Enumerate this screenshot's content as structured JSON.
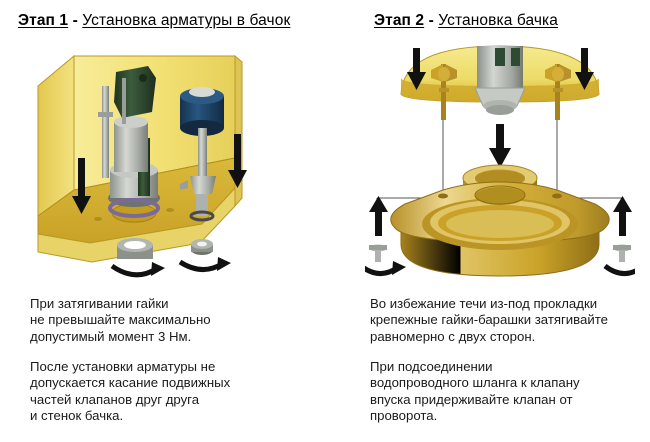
{
  "document": {
    "language": "ru",
    "title": "Установка арматуры и бачка",
    "background_color": "#ffffff"
  },
  "palette": {
    "tank_yellow_light": "#f5e67f",
    "tank_yellow_mid": "#e9d257",
    "tank_ochre": "#c9a227",
    "brass": "#d4af37",
    "brass_light": "#e8d48a",
    "brass_dark": "#a8831d",
    "valve_green": "#2d4a33",
    "float_blue": "#1b3f63",
    "metal_gray": "#b9bcb6",
    "metal_gray_dark": "#7d817b",
    "arrow_black": "#111111",
    "text": "#1a1a1a"
  },
  "steps": [
    {
      "id": "step-1",
      "stage_label": "Этап 1",
      "dash": "-",
      "subject": "Установка арматуры в бачок",
      "figure": {
        "name": "cistern-with-valves-cutaway",
        "description": "Разрез бачка с установленной арматурой",
        "parts": [
          {
            "name": "cistern-body",
            "label": "бачок",
            "color": "#f5e67f"
          },
          {
            "name": "flush-valve",
            "label": "сливной клапан",
            "color": "#2d4a33"
          },
          {
            "name": "fill-valve",
            "label": "клапан впуска",
            "color": "#b9bcb6"
          },
          {
            "name": "float-cup",
            "label": "поплавок",
            "color": "#1b3f63"
          },
          {
            "name": "gasket-ring",
            "label": "прокладка",
            "color": "#7a6a9c"
          },
          {
            "name": "lock-nut-large",
            "label": "гайка сливного клапана",
            "color": "#8d918b"
          },
          {
            "name": "lock-nut-small",
            "label": "гайка клапана впуска",
            "color": "#8d918b"
          }
        ],
        "arrows": [
          {
            "name": "down-arrow-flush-valve",
            "direction": "down"
          },
          {
            "name": "down-arrow-fill-valve",
            "direction": "down"
          },
          {
            "name": "rotate-arrow-large-nut",
            "direction": "clockwise"
          },
          {
            "name": "rotate-arrow-small-nut",
            "direction": "clockwise"
          }
        ]
      },
      "notes": [
        "При затягивании гайки\nне превышайте максимально\nдопустимый момент 3 Нм.",
        "После установки арматуры не\nдопускается касание подвижных\nчастей клапанов друг друга\nи стенок бачка."
      ]
    },
    {
      "id": "step-2",
      "stage_label": "Этап 2",
      "dash": "-",
      "subject": "Установка бачка",
      "figure": {
        "name": "cistern-to-bowl-assembly",
        "description": "Установка бачка на чашу унитаза, вид в разнесённом состоянии",
        "parts": [
          {
            "name": "cistern-underside",
            "label": "дно бачка",
            "color": "#f5e67f"
          },
          {
            "name": "wing-nut-left",
            "label": "гайка-барашек левая",
            "color": "#a8831d"
          },
          {
            "name": "wing-nut-right",
            "label": "гайка-барашек правая",
            "color": "#a8831d"
          },
          {
            "name": "valve-shank",
            "label": "хвостовик клапана",
            "color": "#b9bcb6"
          },
          {
            "name": "sealing-ring",
            "label": "прокладка между бачком и чашей",
            "color": "#d4af37"
          },
          {
            "name": "toilet-bowl-top",
            "label": "полка чаши унитаза",
            "color": "#d4af37"
          },
          {
            "name": "bolt-left",
            "label": "болт крепления левый",
            "color": "#8d918b"
          },
          {
            "name": "bolt-right",
            "label": "болт крепления правый",
            "color": "#8d918b"
          }
        ],
        "arrows": [
          {
            "name": "down-arrow-left",
            "direction": "down"
          },
          {
            "name": "down-arrow-right",
            "direction": "down"
          },
          {
            "name": "down-arrow-center",
            "direction": "down"
          },
          {
            "name": "up-arrow-left",
            "direction": "up"
          },
          {
            "name": "up-arrow-right",
            "direction": "up"
          },
          {
            "name": "rotate-arrow-bolt-left",
            "direction": "clockwise"
          },
          {
            "name": "rotate-arrow-bolt-right",
            "direction": "clockwise"
          }
        ]
      },
      "notes": [
        "Во избежание течи из-под прокладки\nкрепежные гайки-барашки затягивайте\nравномерно с двух сторон.",
        "При подсоединении\nводопроводного шланга к клапану\nвпуска придерживайте клапан от\nпроворота."
      ]
    }
  ]
}
